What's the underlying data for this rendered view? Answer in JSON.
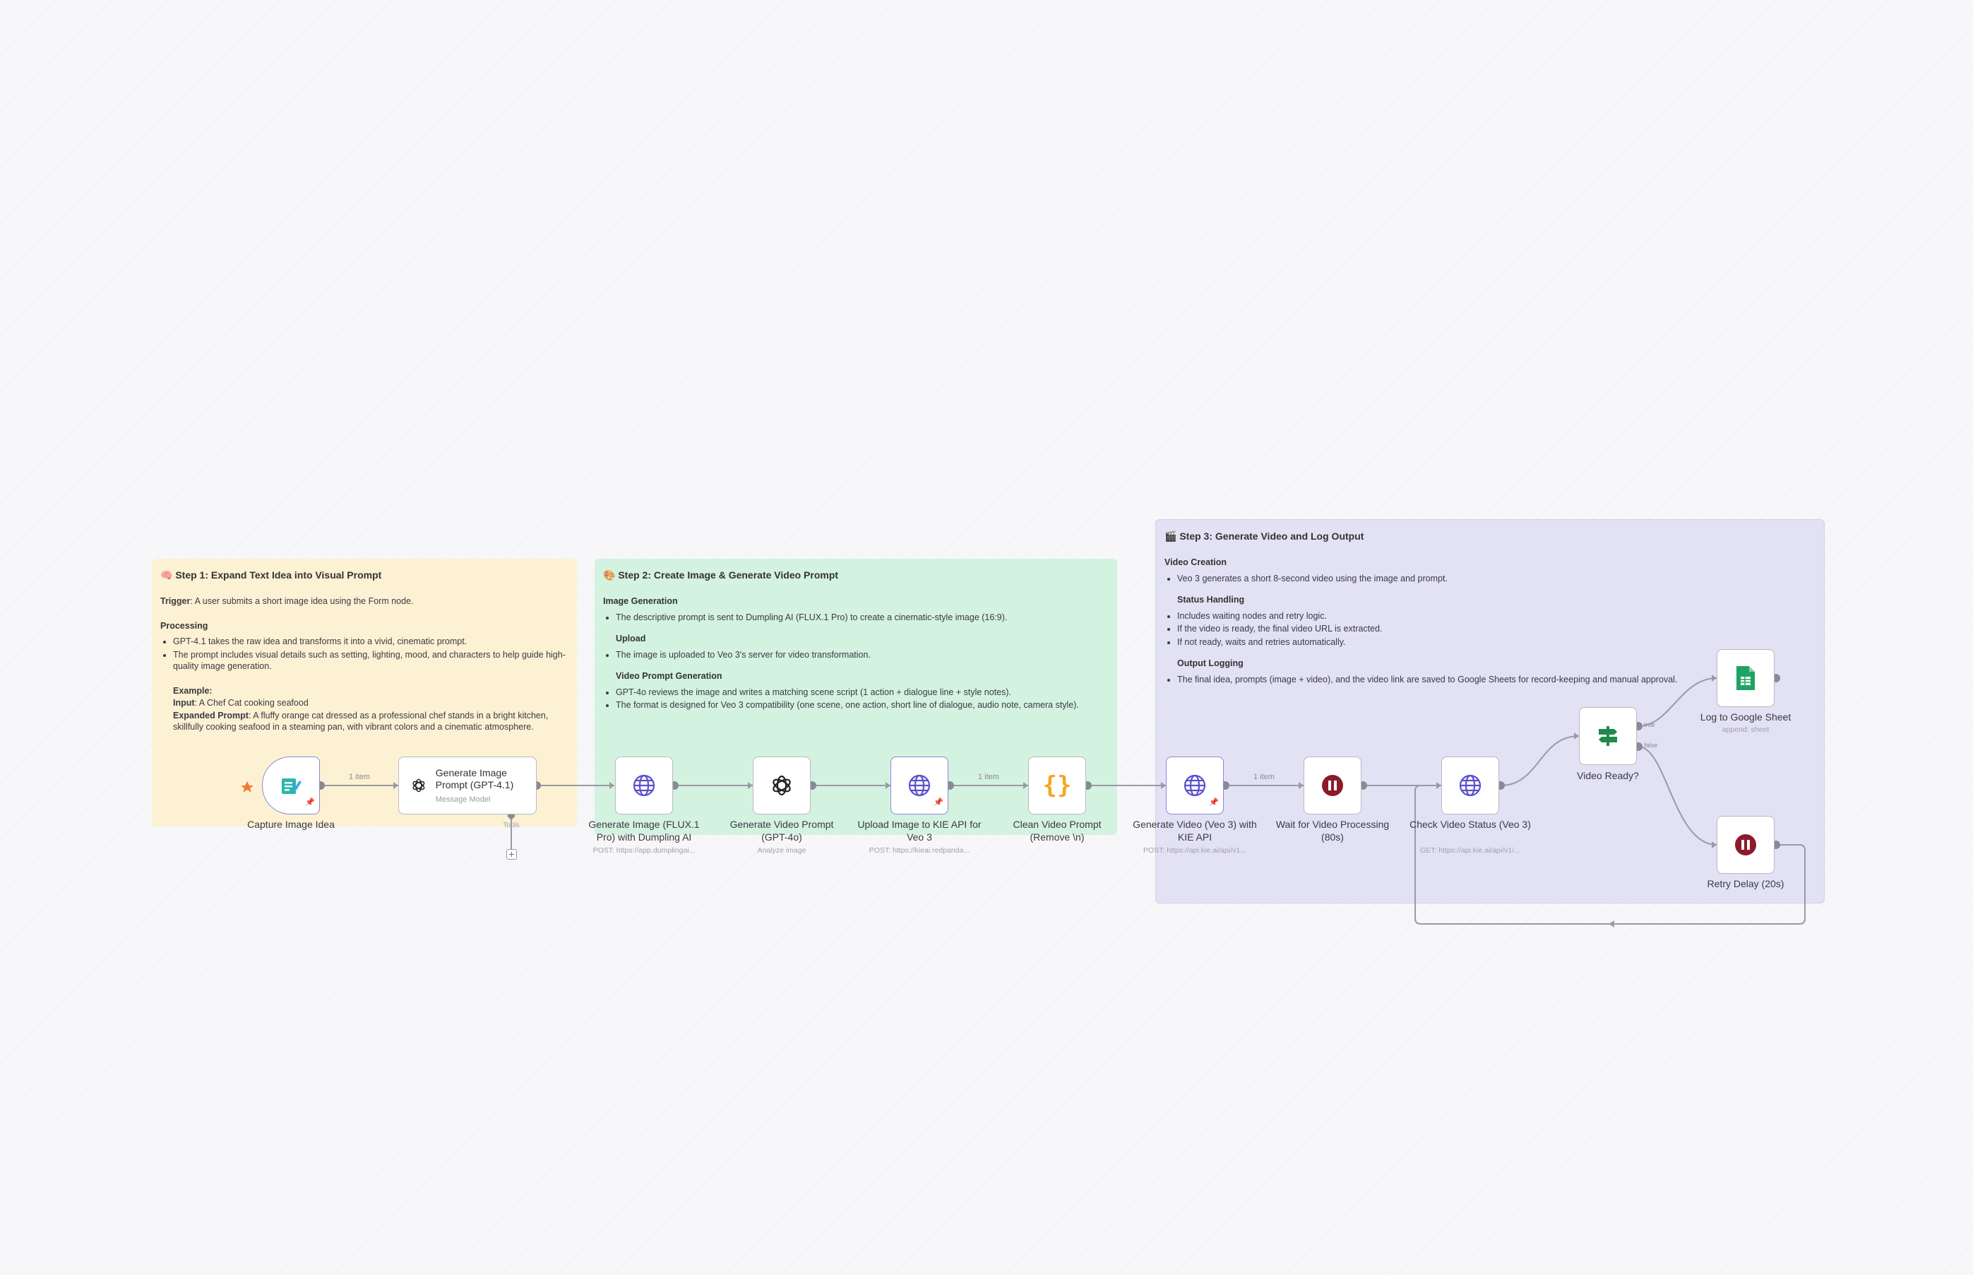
{
  "stickies": {
    "step1": {
      "title": "🧠 Step 1: Expand Text Idea into Visual Prompt",
      "trigger_label": "Trigger",
      "trigger_text": ": A user submits a short image idea using the Form node.",
      "processing_label": "Processing",
      "bullets": [
        "GPT-4.1 takes the raw idea and transforms it into a vivid, cinematic prompt.",
        "The prompt includes visual details such as setting, lighting, mood, and characters to help guide high-quality image generation."
      ],
      "example_label": "Example:",
      "input_label": "Input",
      "input_text": ": A Chef Cat cooking seafood",
      "expanded_label": "Expanded Prompt",
      "expanded_text": ": A fluffy orange cat dressed as a professional chef stands in a bright kitchen, skillfully cooking seafood in a steaming pan, with vibrant colors and a cinematic atmosphere."
    },
    "step2": {
      "title": "🎨 Step 2: Create Image & Generate Video Prompt",
      "image_gen_label": "Image Generation",
      "image_gen_bullets": [
        "The descriptive prompt is sent to Dumpling AI (FLUX.1 Pro) to create a cinematic-style image (16:9)."
      ],
      "upload_label": "Upload",
      "upload_bullets": [
        "The image is uploaded to Veo 3's server for video transformation."
      ],
      "video_prompt_label": "Video Prompt Generation",
      "video_prompt_bullets": [
        "GPT-4o reviews the image and writes a matching scene script (1 action + dialogue line + style notes).",
        "The format is designed for Veo 3 compatibility (one scene, one action, short line of dialogue, audio note, camera style)."
      ]
    },
    "step3": {
      "title": "🎬 Step 3: Generate Video and Log Output",
      "video_creation_label": "Video Creation",
      "video_creation_bullets": [
        "Veo 3 generates a short 8-second video using the image and prompt."
      ],
      "status_label": "Status Handling",
      "status_bullets": [
        "Includes waiting nodes and retry logic.",
        "If the video is ready, the final video URL is extracted.",
        "If not ready, waits and retries automatically."
      ],
      "output_label": "Output Logging",
      "output_bullets": [
        "The final idea, prompts (image + video), and the video link are saved to Google Sheets for record-keeping and manual approval."
      ]
    }
  },
  "nodes": {
    "capture": {
      "label": "Capture Image Idea",
      "icon": "form-icon"
    },
    "gen_image_prompt": {
      "title": "Generate Image Prompt (GPT-4.1)",
      "subtitle": "Message Model",
      "icon": "openai-icon",
      "tools_label": "Tools",
      "plus": "+"
    },
    "gen_image": {
      "label": "Generate Image (FLUX.1 Pro) with Dumpling AI",
      "sub": "POST: https://app.dumplingai...",
      "icon": "globe-icon"
    },
    "gen_video_prompt": {
      "label": "Generate Video Prompt (GPT-4o)",
      "sub": "Analyze image",
      "icon": "openai-icon"
    },
    "upload": {
      "label": "Upload Image to KIE API for Veo 3",
      "sub": "POST: https://kieai.redpanda...",
      "icon": "globe-icon"
    },
    "clean": {
      "label": "Clean Video Prompt (Remove \\n)",
      "icon": "code-braces-icon",
      "glyph": "{}"
    },
    "gen_video": {
      "label": "Generate Video (Veo 3) with KIE API",
      "sub": "POST: https://api.kie.ai/api/v1...",
      "icon": "globe-icon"
    },
    "wait": {
      "label": "Wait for Video Processing (80s)",
      "icon": "pause-icon"
    },
    "check": {
      "label": "Check Video Status (Veo 3)",
      "sub": "GET: https://api.kie.ai/api/v1/...",
      "icon": "globe-icon"
    },
    "ready": {
      "label": "Video Ready?",
      "icon": "signpost-icon",
      "true_label": "true",
      "false_label": "false"
    },
    "sheet": {
      "label": "Log to Google Sheet",
      "sub": "append: sheet",
      "icon": "sheets-icon"
    },
    "retry": {
      "label": "Retry Delay (20s)",
      "icon": "pause-icon"
    }
  },
  "edges": {
    "item_label": "1 item"
  },
  "colors": {
    "step1_bg": "#fdf1d3",
    "step2_bg": "#d4f2e0",
    "step3_bg": "#e3e1f4",
    "accent": "#8f86d6",
    "globe": "#5a4fcf",
    "pause": "#8b1a2b",
    "sheets": "#1fa463",
    "braces": "#f5a623",
    "form": "#2bb5b0"
  }
}
